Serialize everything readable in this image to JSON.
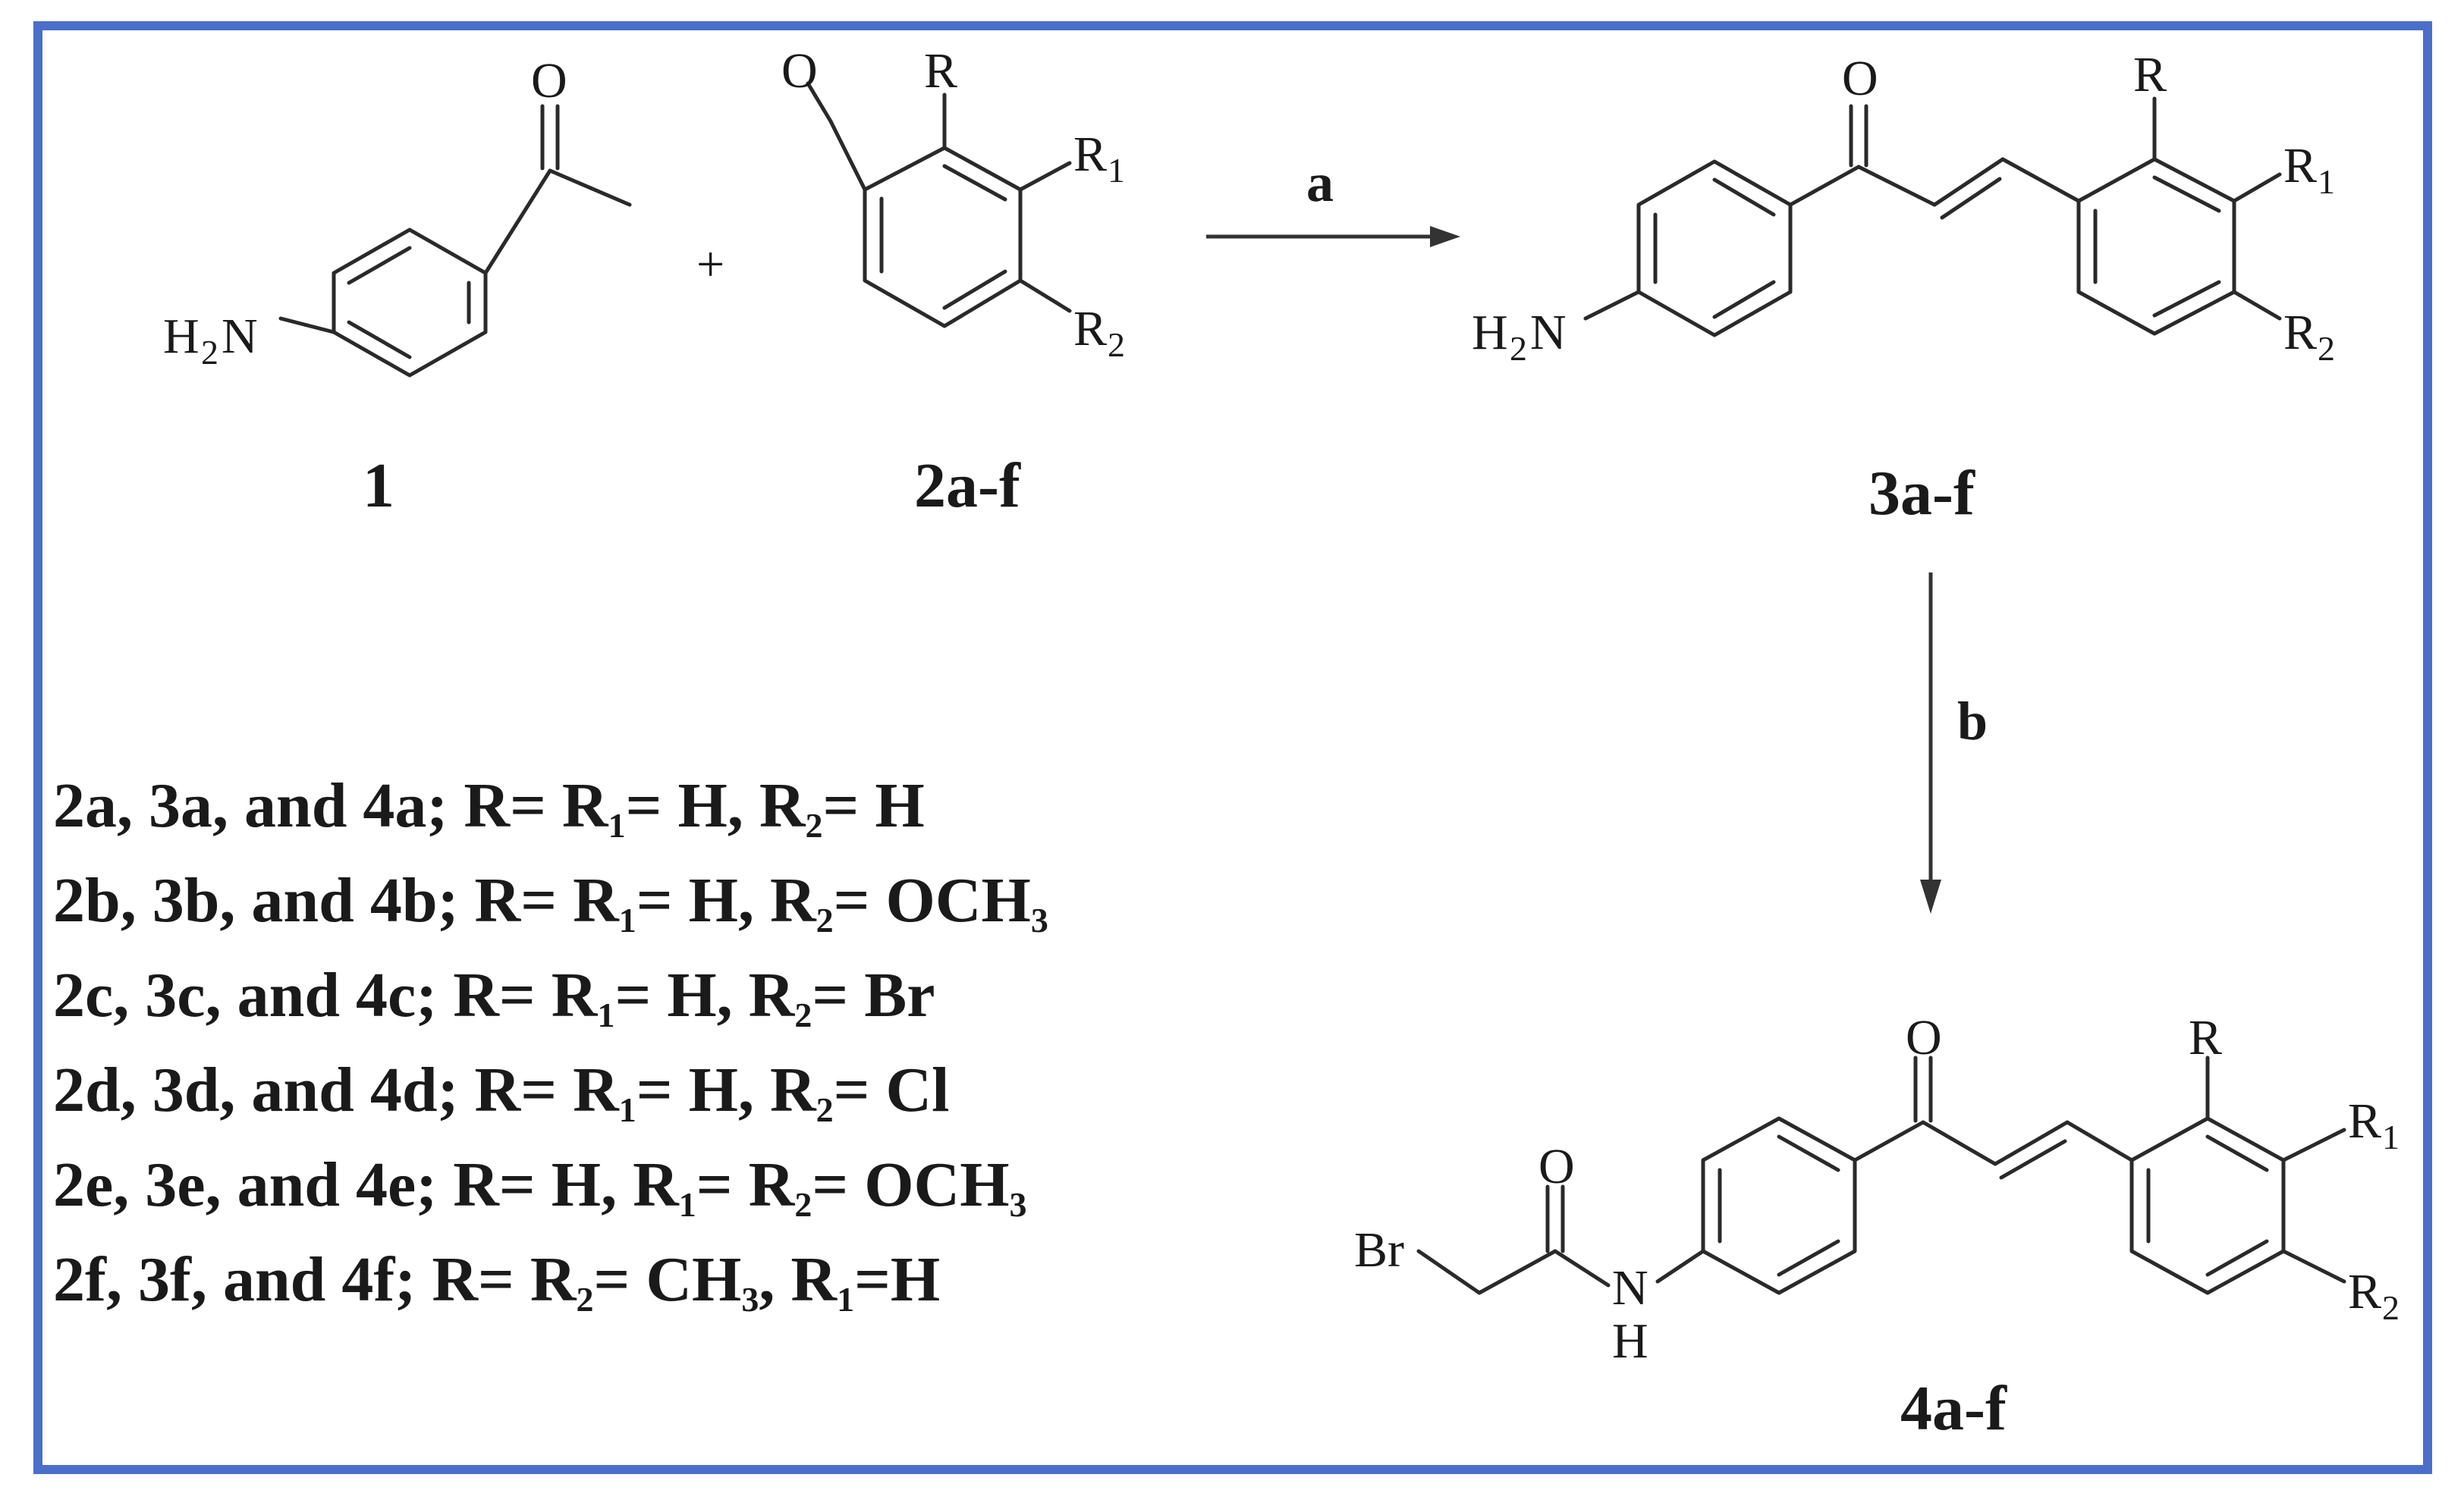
{
  "border_color": "#4a6fc9",
  "labels": {
    "O": "O",
    "R": "R",
    "R1": "R",
    "R1_sub": "1",
    "R2": "R",
    "R2_sub": "2",
    "H2N": "H",
    "H2N_sub": "2",
    "H2N_N": "N",
    "Br": "Br",
    "N": "N",
    "H": "H",
    "plus": "+"
  },
  "compounds": {
    "c1": "1",
    "c2": "2a-f",
    "c3": "3a-f",
    "c4": "4a-f"
  },
  "conditions": {
    "a": "a",
    "b": "b"
  },
  "legend": [
    {
      "pre": "2a, 3a, and 4a;  R= R",
      "s1": "1",
      "mid": "= H, R",
      "s2": "2",
      "post": "= H",
      "s3": ""
    },
    {
      "pre": "2b, 3b, and 4b; R= R",
      "s1": "1",
      "mid": "= H, R",
      "s2": "2",
      "post": "= OCH",
      "s3": "3"
    },
    {
      "pre": "2c, 3c, and 4c;  R= R",
      "s1": "1",
      "mid": "= H, R",
      "s2": "2",
      "post": "= Br",
      "s3": ""
    },
    {
      "pre": "2d, 3d, and 4d;  R= R",
      "s1": "1",
      "mid": "= H, R",
      "s2": "2",
      "post": "= Cl",
      "s3": ""
    },
    {
      "pre": "2e, 3e, and 4e;  R= H, R",
      "s1": "1",
      "mid": "= R",
      "s2": "2",
      "post": "= OCH",
      "s3": "3"
    },
    {
      "pre": "2f, 3f, and 4f;  R= R",
      "s1": "2",
      "mid": "= CH",
      "s2": "3",
      "post": ", R",
      "s3": "1",
      "tail": "=H"
    }
  ]
}
